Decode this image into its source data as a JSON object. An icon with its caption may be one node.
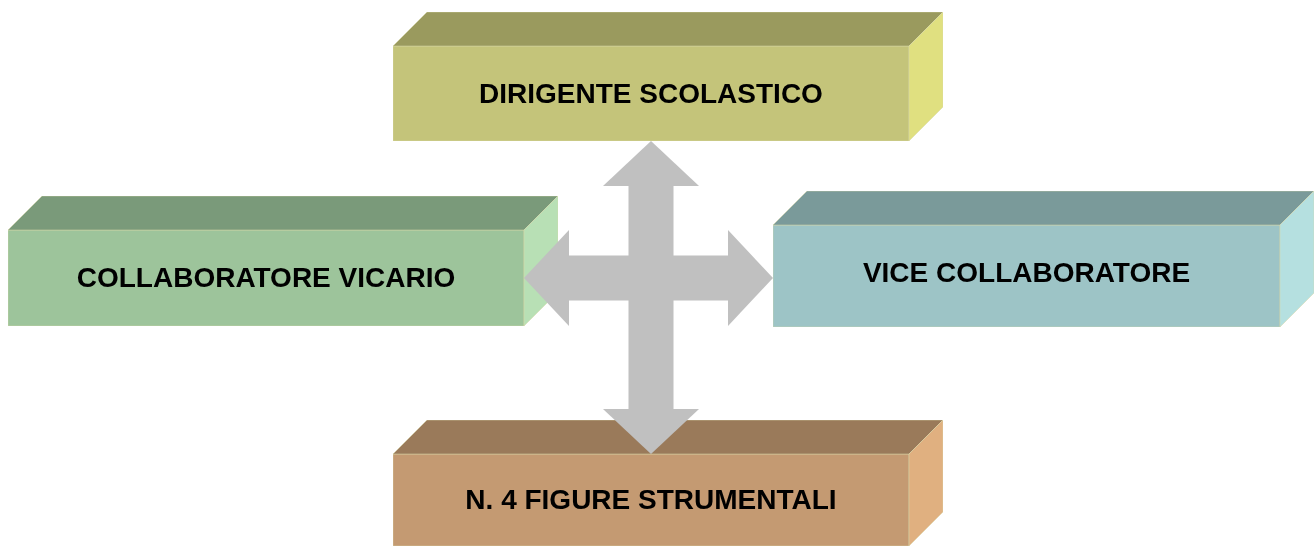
{
  "diagram": {
    "nodes": [
      {
        "text": [
          "DIRIGENTE SCOLASTICO"
        ]
      },
      {
        "text": [
          "COLLABORATORE VICARIO"
        ]
      },
      {
        "text": [
          "VICE COLLABORATORE"
        ]
      },
      {
        "text": [
          "N. 4 FIGURE STRUMENTALI"
        ]
      }
    ],
    "edges": [
      {
        "from": 0,
        "to": 3,
        "arrow": "both"
      },
      {
        "from": 1,
        "to": 2,
        "arrow": "both"
      }
    ]
  }
}
